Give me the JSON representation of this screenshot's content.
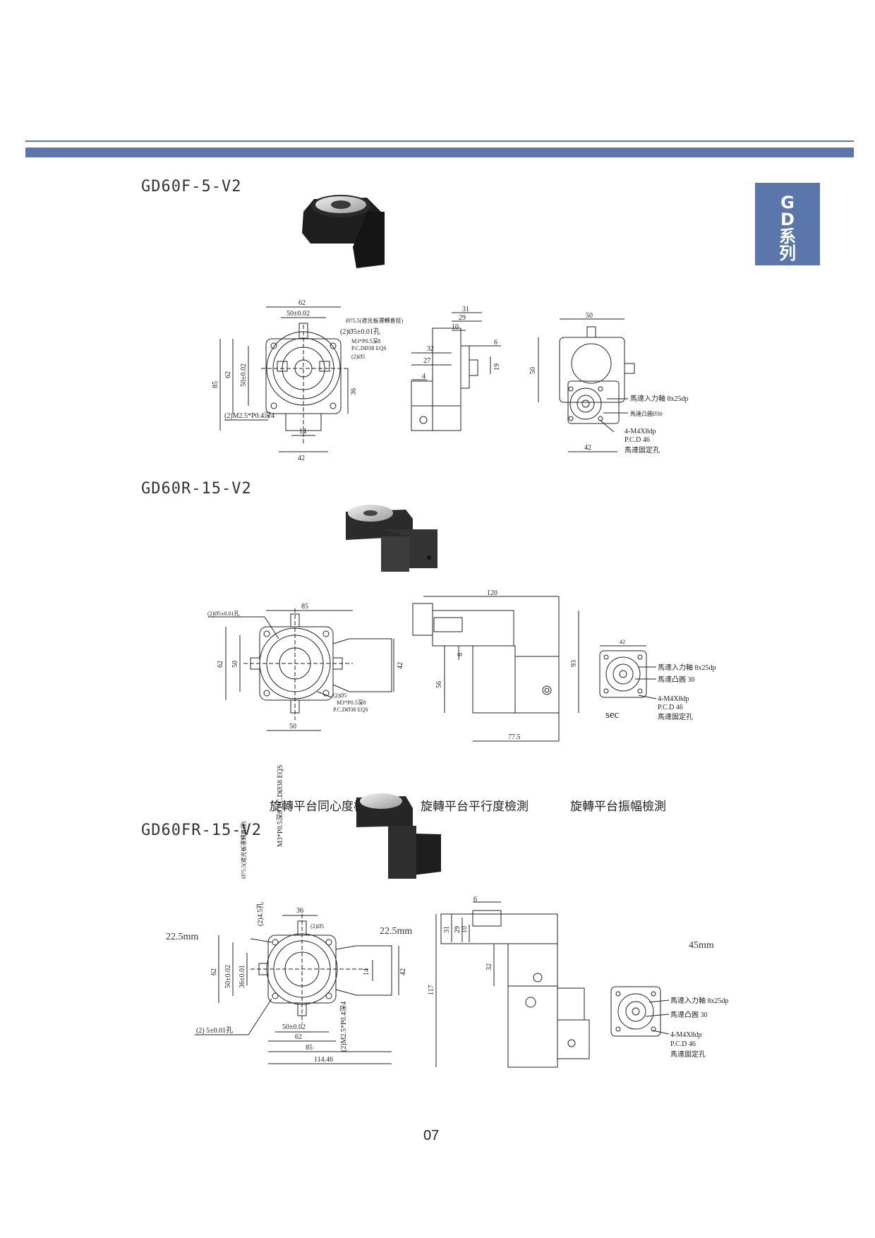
{
  "header": {
    "side_tab": [
      "G",
      "D",
      "系",
      "列"
    ]
  },
  "products": [
    {
      "model": "GD60F-5-V2",
      "front": {
        "dim_62": "62",
        "dim_50": "50±0.02",
        "dim_85": "85",
        "dim_62v": "62",
        "dim_50v": "50±0.02",
        "dim_36": "36",
        "dim_14": "14",
        "dim_42": "42",
        "note_1": "Ø75.5(遮光板運轉直徑)",
        "note_2": "(2)Ø5±0.01孔",
        "note_3": "M3*P0.5深8",
        "note_4": "P.C.DØ38 EQS",
        "note_5": "(2)Ø5",
        "note_6": "(2)M2.5*P0.4深4"
      },
      "side": {
        "dim_31": "31",
        "dim_29": "29",
        "dim_10": "10",
        "dim_32": "32",
        "dim_27": "27",
        "dim_4": "4",
        "dim_6": "6",
        "dim_19": "19"
      },
      "rear": {
        "dim_50": "50",
        "dim_50v": "50",
        "dim_42": "42",
        "shaft": "馬達入力軸 8x25dp",
        "boss": "馬達凸圓Ø30",
        "holes": "4-M4X8dp",
        "pcd": "P.C.D 46",
        "fix": "馬達固定孔"
      }
    },
    {
      "model": "GD60R-15-V2",
      "front": {
        "hole": "(2)Ø5±0.01孔",
        "dim_85": "85",
        "dim_62": "62",
        "dim_50": "50",
        "dim_42": "42",
        "dim_50b": "50",
        "note_1": "(2)Ø5",
        "note_2": "M3*P0.5深8",
        "note_3": "P.C.DØ38 EQS"
      },
      "side": {
        "dim_120": "120",
        "dim_6": "6",
        "dim_56": "56",
        "dim_93": "93",
        "dim_775": "77.5"
      },
      "rear": {
        "dim_42": "42",
        "shaft": "馬達入力軸 8x25dp",
        "boss": "馬達凸圓 30",
        "holes": "4-M4X8dp",
        "pcd": "P.C.D 46",
        "fix": "馬達固定孔",
        "sec": "sec"
      }
    },
    {
      "model": "GD60FR-15-V2",
      "captions": [
        "旋轉平台同心度檢測",
        "旋轉平台平行度檢測",
        "旋轉平台振幅檢測"
      ],
      "front": {
        "top_vert": "M3*P0.5深8 P.C.DØ38 EQS",
        "note_a": "Ø75.5(遮光板運轉直徑)",
        "note_b": "(2)4.5孔",
        "note_c": "(2)Ø5",
        "dim_36": "36",
        "mm_left": "22.5mm",
        "mm_right": "22.5mm",
        "dim_62": "62",
        "dim_50": "50±0.02",
        "dim_36v": "36±0.01",
        "dim_14": "14",
        "dim_42": "42",
        "note_d": "(2)M2.5*P0.4深4",
        "hole": "(2) 5±0.01孔",
        "dim_50h": "50±0.02",
        "dim_62h": "62",
        "dim_85": "85",
        "dim_11446": "114.46"
      },
      "side": {
        "dim_6": "6",
        "dim_31": "31",
        "dim_29": "29",
        "dim_10": "10",
        "dim_32": "32",
        "dim_117": "117"
      },
      "rear": {
        "mm": "45mm",
        "shaft": "馬達入力軸 8x25dp",
        "boss": "馬達凸圓 30",
        "holes": "4-M4X8dp",
        "pcd": "P.C.D 46",
        "fix": "馬達固定孔"
      }
    }
  ],
  "page_number": "07"
}
